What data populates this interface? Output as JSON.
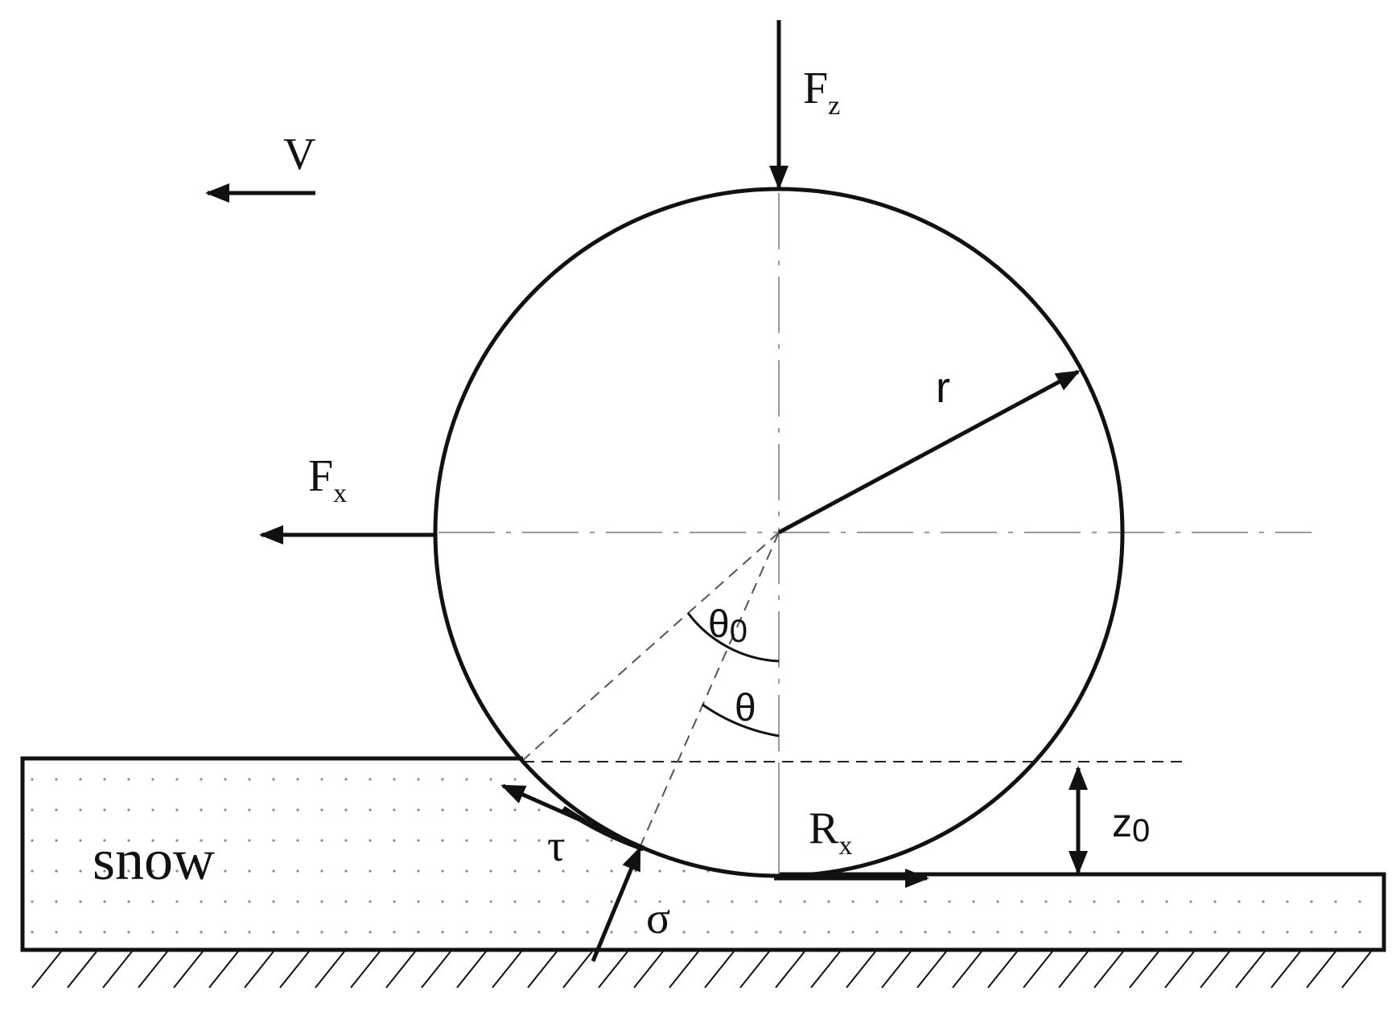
{
  "labels": {
    "vertical_force": "F",
    "vertical_force_sub": "z",
    "velocity": "V",
    "horizontal_force": "F",
    "horizontal_force_sub": "x",
    "radius": "r",
    "entry_angle": "θ",
    "entry_angle_sub": "0",
    "angle": "θ",
    "resistance": "R",
    "resistance_sub": "x",
    "sinkage": "z",
    "sinkage_sub": "0",
    "shear_stress": "τ",
    "normal_stress": "σ",
    "snow": "snow"
  },
  "colors": {
    "stroke": "#111111",
    "axis": "#9a9a9a",
    "dash": "#555555",
    "dots": "#8a8a8a",
    "background": "#ffffff"
  }
}
